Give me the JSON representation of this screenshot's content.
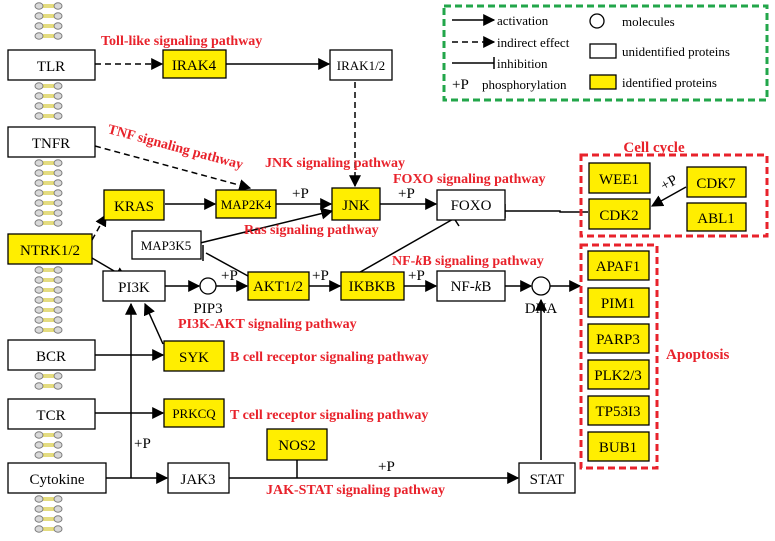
{
  "legend": {
    "activation": "activation",
    "indirect": "indirect effect",
    "inhibition": "inhibition",
    "phos_symbol": "+P",
    "phosphorylation": "phosphorylation",
    "molecules": "molecules",
    "unidentified": "unidentified proteins",
    "identified": "identified proteins"
  },
  "receptors": {
    "tlr": "TLR",
    "tnfr": "TNFR",
    "ntrk": "NTRK1/2",
    "bcr": "BCR",
    "tcr": "TCR",
    "cytokine": "Cytokine"
  },
  "nodes": {
    "irak4": "IRAK4",
    "irak12": "IRAK1/2",
    "kras": "KRAS",
    "map2k4": "MAP2K4",
    "jnk": "JNK",
    "foxo": "FOXO",
    "map3k5": "MAP3K5",
    "pi3k": "PI3K",
    "pip3": "PIP3",
    "akt": "AKT1/2",
    "ikbkb": "IKBKB",
    "nfkb_prefix": "NF-",
    "nfkb_k": "k",
    "nfkb_suffix": "B",
    "dna": "DNA",
    "syk": "SYK",
    "prkcq": "PRKCQ",
    "nos2": "NOS2",
    "jak3": "JAK3",
    "stat": "STAT"
  },
  "phos": {
    "map2k4_jnk": "+P",
    "jnk_foxo": "+P",
    "pip3_akt": "+P",
    "akt_ikbkb": "+P",
    "ikbkb_nfkb": "+P",
    "cdk7_cdk2": "+P",
    "cytokine_pi3k": "+P",
    "jak3_stat": "+P"
  },
  "pathways": {
    "toll": "Toll-like signaling pathway",
    "tnf": "TNF  signaling pathway",
    "jnk": "JNK signaling pathway",
    "foxo": "FOXO signaling pathway",
    "ras": "Ras signaling pathway",
    "nfkb_prefix": "NF-",
    "nfkb_k": "k",
    "nfkb_suffix": "B signaling pathway",
    "pi3k": "PI3K-AKT signaling pathway",
    "bcell": "B cell receptor signaling pathway",
    "tcell": "T cell receptor signaling pathway",
    "jakstat": "JAK-STAT signaling pathway"
  },
  "cell_cycle": {
    "title": "Cell cycle",
    "wee1": "WEE1",
    "cdk7": "CDK7",
    "cdk2": "CDK2",
    "abl1": "ABL1"
  },
  "apoptosis": {
    "title": "Apoptosis",
    "items": [
      "APAF1",
      "PIM1",
      "PARP3",
      "PLK2/3",
      "TP53I3",
      "BUB1"
    ]
  },
  "colors": {
    "identified": "#ffee00",
    "pathway_text": "#e8222b",
    "legend_border": "#22a64a",
    "group_border": "#e8222b"
  }
}
